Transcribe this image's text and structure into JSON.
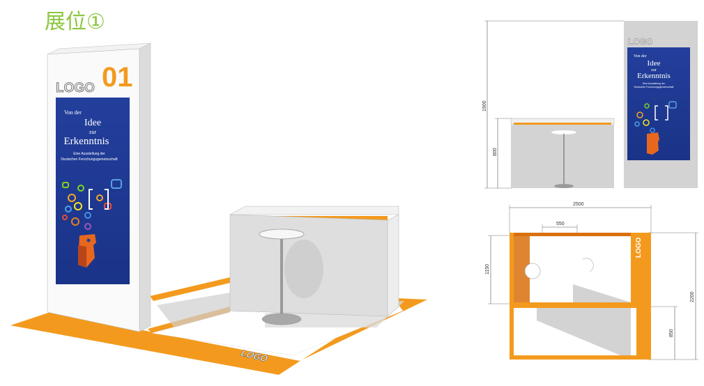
{
  "title": "展位①",
  "totem": {
    "logo": "LOGO",
    "number": "01",
    "poster": {
      "line1": "Von der",
      "line2": "Idee",
      "line3": "zur",
      "line4": "Erkenntnis",
      "subtitle1": "Eine Ausstellung der",
      "subtitle2": "Deutschen Forschungsgemeinschaft"
    }
  },
  "floor_logo": "LOGO",
  "elevation": {
    "logo": "LOGO",
    "dim_height_total": "1900",
    "dim_height_counter": "800"
  },
  "plan": {
    "logo": "LOGO",
    "dim_width": "2500",
    "dim_inner": "550",
    "dim_left": "1150",
    "dim_right_total": "2200",
    "dim_right_lower": "850"
  },
  "colors": {
    "orange": "#f39a1e",
    "poster_blue": "#1d3f9a",
    "title_green": "#8cc63f"
  }
}
